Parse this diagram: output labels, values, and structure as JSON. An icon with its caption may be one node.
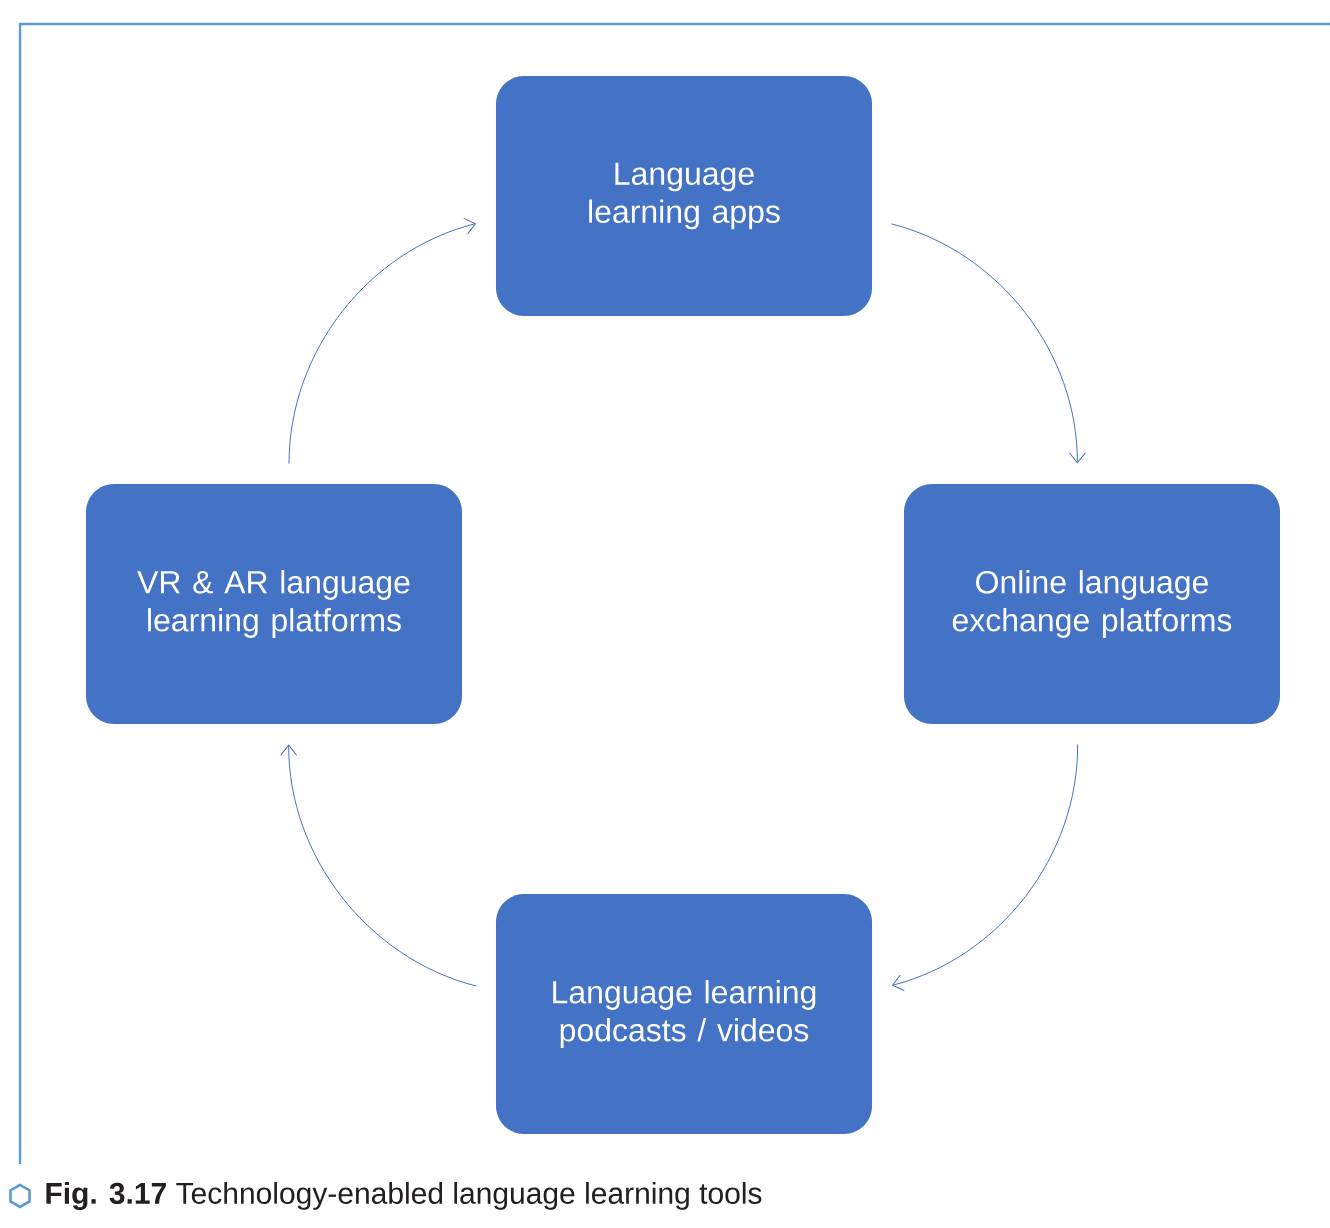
{
  "diagram": {
    "caption": "**Fig. 3.17** Technology-enabled language learning tools",
    "nodes": [
      {
        "text": [
          "Language learning apps"
        ]
      },
      {
        "text": [
          "VR & AR language learning platforms"
        ]
      },
      {
        "text": [
          "Online language exchange platforms"
        ]
      },
      {
        "text": [
          "Language learning podcasts / videos"
        ]
      }
    ],
    "edges": [
      {
        "from": 0,
        "to": 2,
        "arrow": "to"
      },
      {
        "from": 2,
        "to": 3,
        "arrow": "to"
      },
      {
        "from": 3,
        "to": 1,
        "arrow": "to"
      },
      {
        "from": 1,
        "to": 0,
        "arrow": "to"
      }
    ]
  }
}
